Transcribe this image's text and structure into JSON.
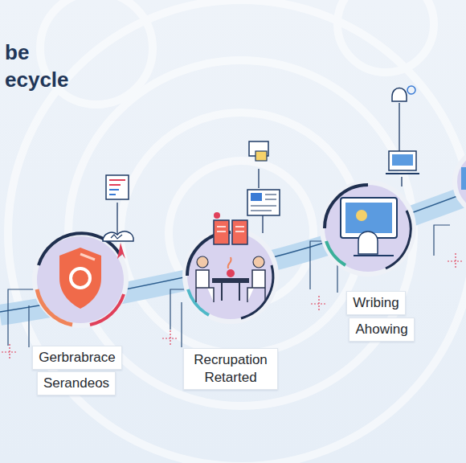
{
  "diagram": {
    "title": "be ecycle",
    "nodes": [
      {
        "text": [
          "Gerbrabrace"
        ]
      },
      {
        "text": [
          "Serandeos"
        ]
      },
      {
        "text": [
          "Recrupation Retarted"
        ]
      },
      {
        "text": [
          "Wribing"
        ]
      },
      {
        "text": [
          "Ahowing"
        ]
      }
    ]
  }
}
